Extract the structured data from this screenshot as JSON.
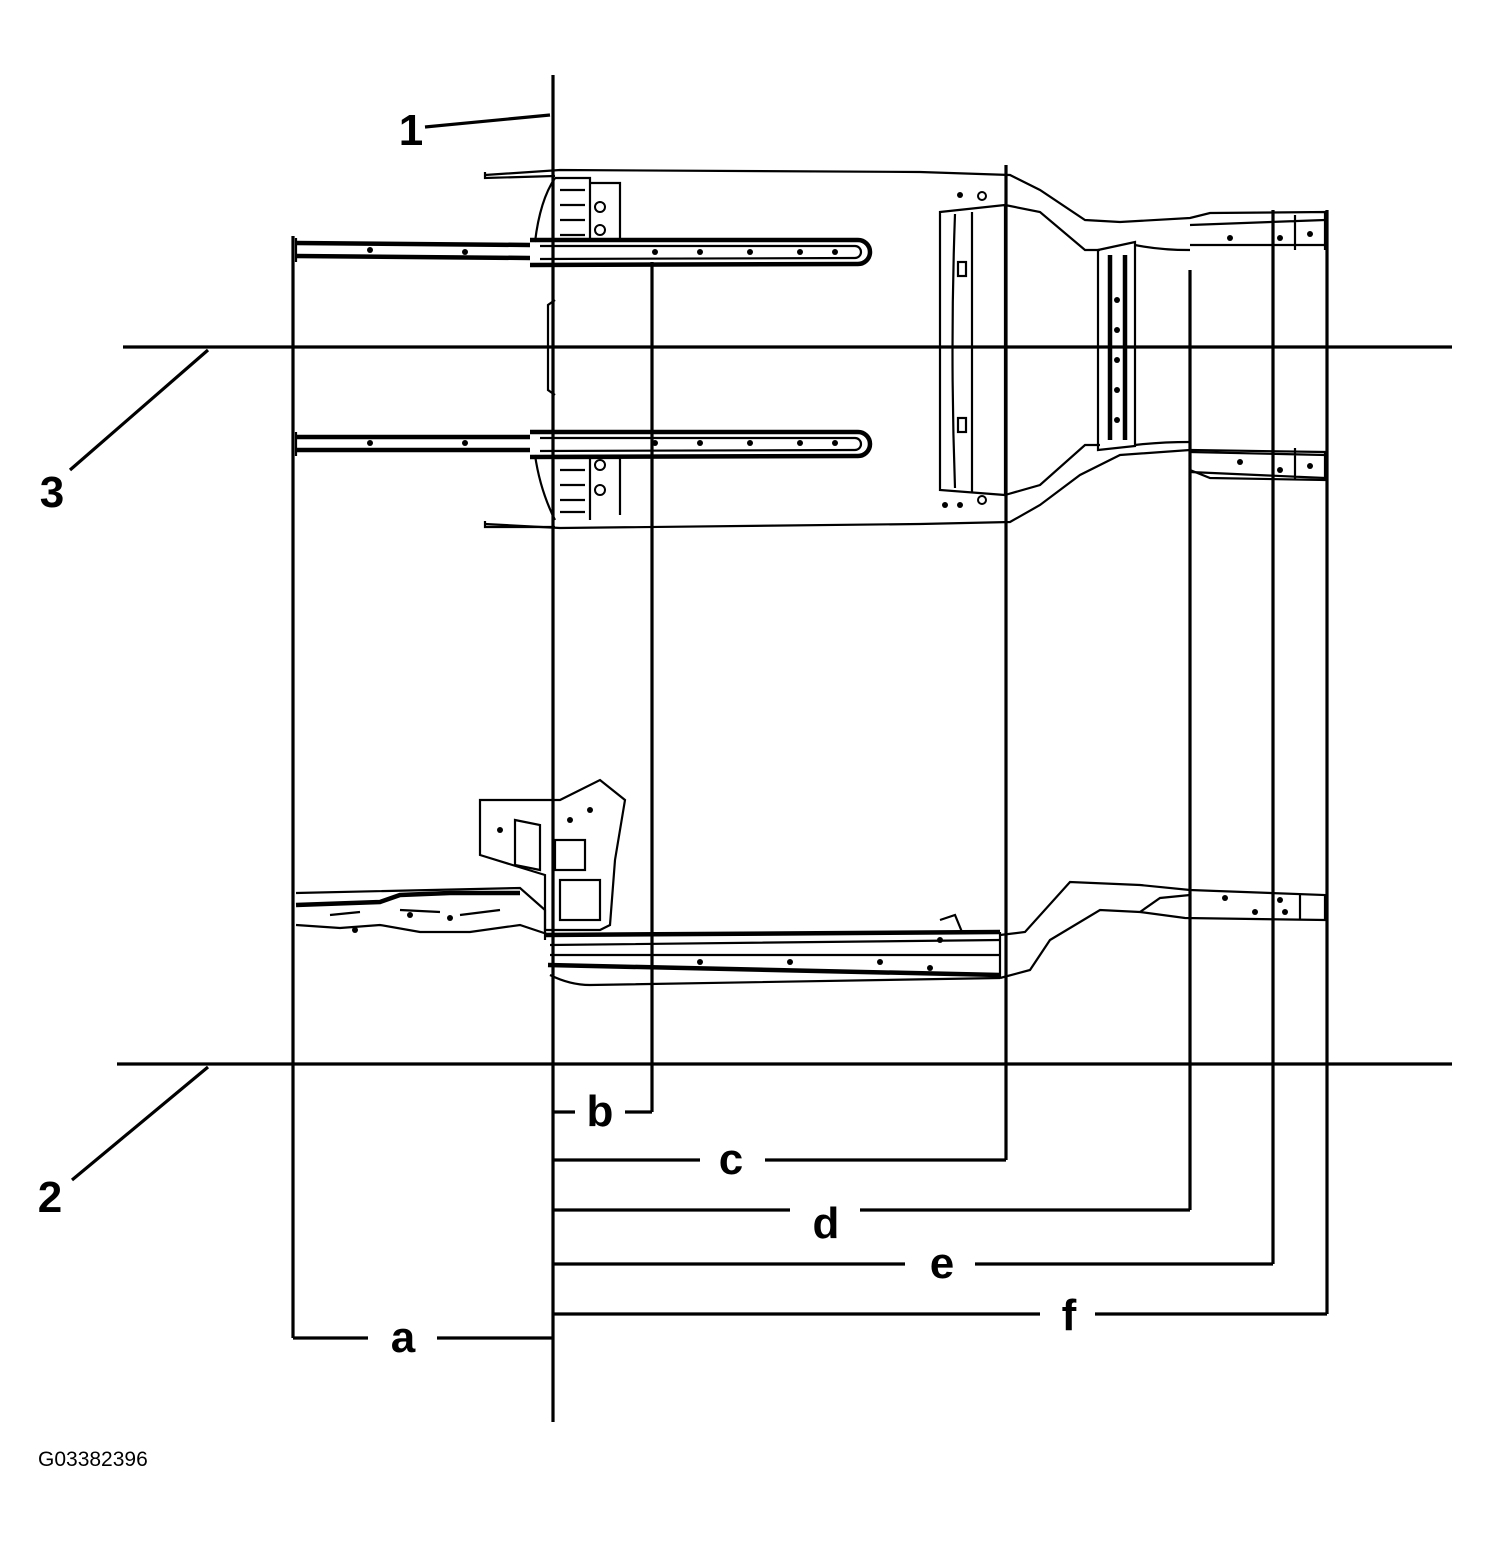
{
  "labels": {
    "datum_1": "1",
    "datum_2": "2",
    "datum_3": "3",
    "dim_a": "a",
    "dim_b": "b",
    "dim_c": "c",
    "dim_d": "d",
    "dim_e": "e",
    "dim_f": "f"
  },
  "figure_id": "G03382396",
  "colors": {
    "line": "#000000",
    "background": "#ffffff"
  }
}
